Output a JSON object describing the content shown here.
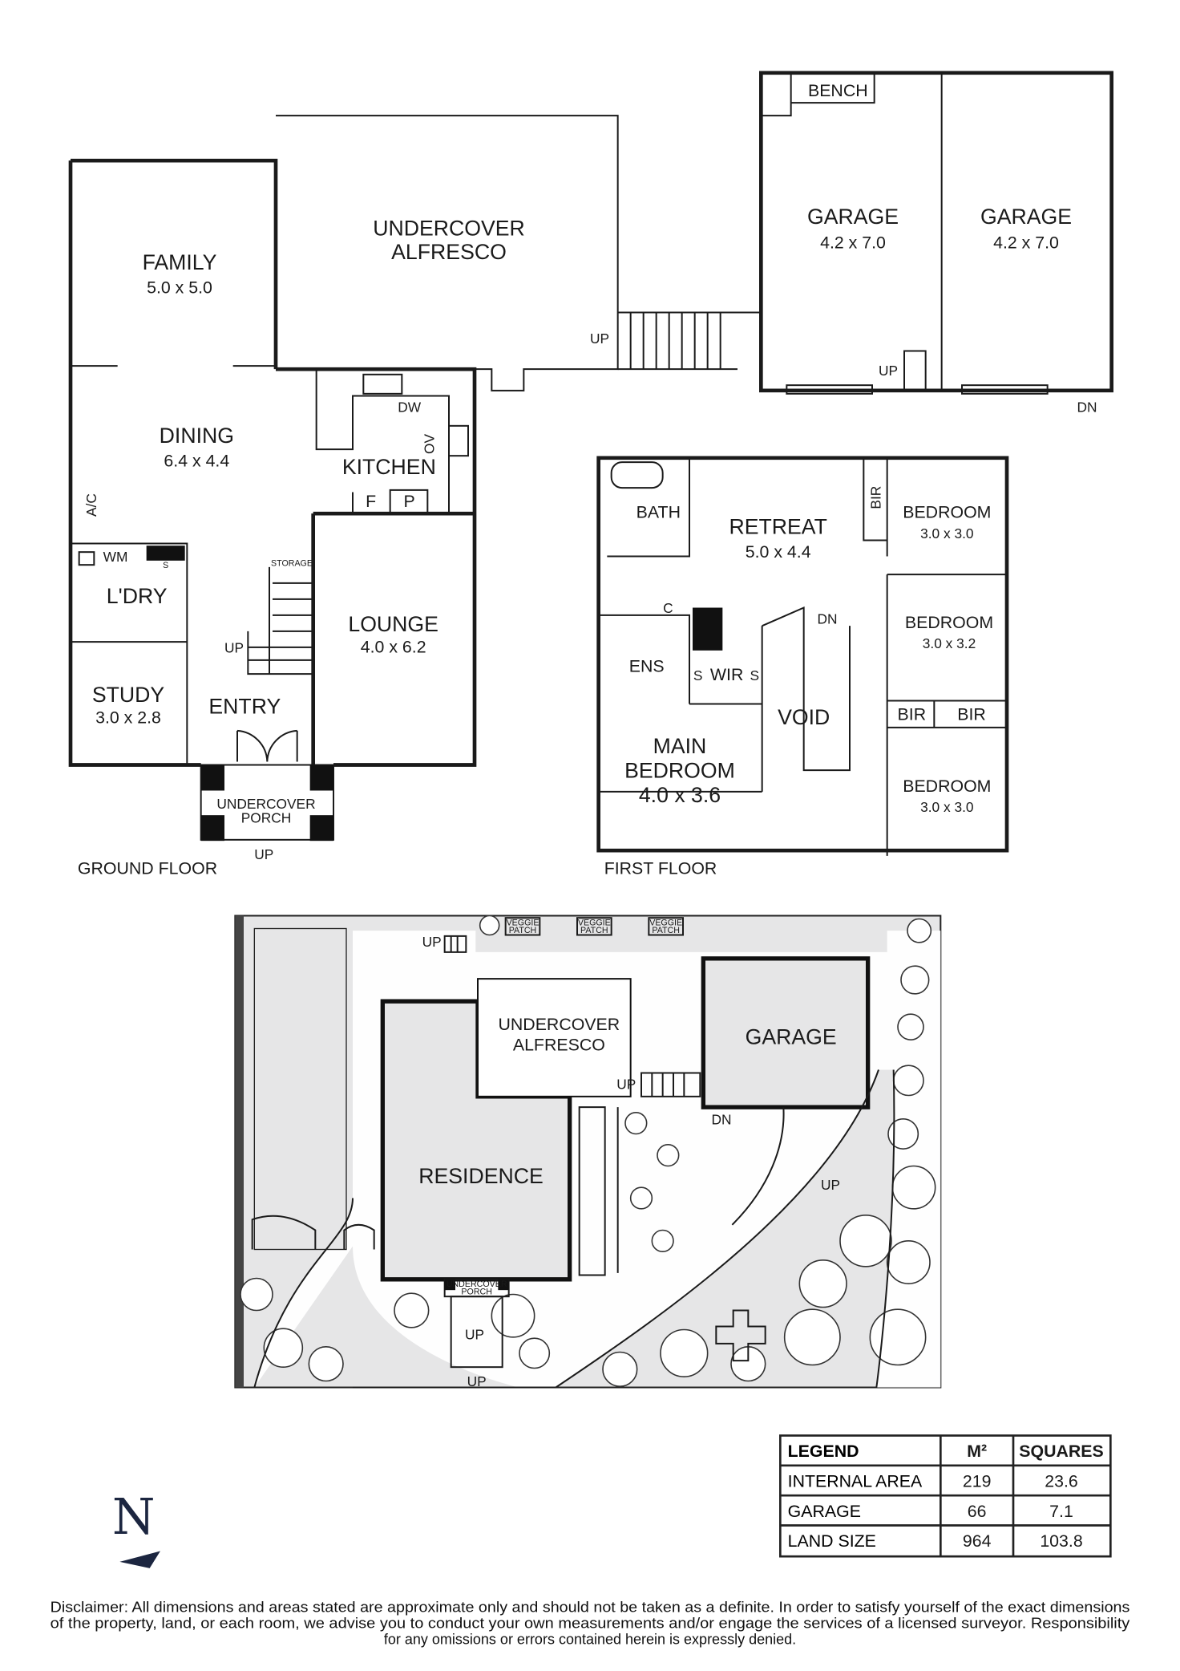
{
  "ground_floor": {
    "title": "GROUND FLOOR",
    "rooms": [
      {
        "name": "FAMILY",
        "size": "5.0 x 5.0"
      },
      {
        "name": "UNDERCOVER",
        "name2": "ALFRESCO"
      },
      {
        "name": "DINING",
        "size": "6.4 x 4.4"
      },
      {
        "name": "KITCHEN"
      },
      {
        "name": "LOUNGE",
        "size": "4.0 x 6.2"
      },
      {
        "name": "L'DRY"
      },
      {
        "name": "STUDY",
        "size": "3.0 x 2.8"
      },
      {
        "name": "ENTRY"
      },
      {
        "name": "UNDERCOVER",
        "name2": "PORCH"
      },
      {
        "name": "GARAGE",
        "size": "4.2 x 7.0"
      },
      {
        "name": "GARAGE",
        "size": "4.2 x 7.0"
      }
    ],
    "fixtures": {
      "bench": "BENCH",
      "dw": "DW",
      "ov": "OV",
      "f": "F",
      "p": "P",
      "ac": "A/C",
      "wm": "WM",
      "s": "S",
      "storage": "STORAGE",
      "up": "UP",
      "dn": "DN"
    }
  },
  "first_floor": {
    "title": "FIRST FLOOR",
    "rooms": [
      {
        "name": "BATH"
      },
      {
        "name": "RETREAT",
        "size": "5.0 x 4.4"
      },
      {
        "name": "BIR"
      },
      {
        "name": "BEDROOM",
        "size": "3.0 x 3.0"
      },
      {
        "name": "BEDROOM",
        "size": "3.0 x 3.2"
      },
      {
        "name": "ENS"
      },
      {
        "name": "WIR"
      },
      {
        "name": "VOID"
      },
      {
        "name": "MAIN",
        "name2": "BEDROOM",
        "size": "4.0 x 3.6"
      },
      {
        "name": "BEDROOM",
        "size": "3.0 x 3.0"
      }
    ],
    "fixtures": {
      "c": "C",
      "s": "S",
      "dn": "DN",
      "bir": "BIR"
    }
  },
  "site_plan": {
    "veggie": [
      "VEGGIE",
      "PATCH"
    ],
    "alfresco": [
      "UNDERCOVER",
      "ALFRESCO"
    ],
    "garage": "GARAGE",
    "residence": "RESIDENCE",
    "porch": [
      "UNDERCOVER",
      "PORCH"
    ],
    "up": "UP",
    "dn": "DN"
  },
  "legend": {
    "headers": [
      "LEGEND",
      "M²",
      "SQUARES"
    ],
    "rows": [
      [
        "INTERNAL AREA",
        "219",
        "23.6"
      ],
      [
        "GARAGE",
        "66",
        "7.1"
      ],
      [
        "LAND SIZE",
        "964",
        "103.8"
      ]
    ]
  },
  "compass": {
    "label": "N"
  },
  "disclaimer": [
    "Disclaimer: All dimensions and areas stated are approximate only and should not be taken as a definite. In order to satisfy yourself of the exact dimensions",
    "of the property, land, or each room, we advise you to conduct your own measurements and/or engage the services of a licensed surveyor. Responsibility",
    "for any omissions or errors contained herein is expressly denied."
  ]
}
